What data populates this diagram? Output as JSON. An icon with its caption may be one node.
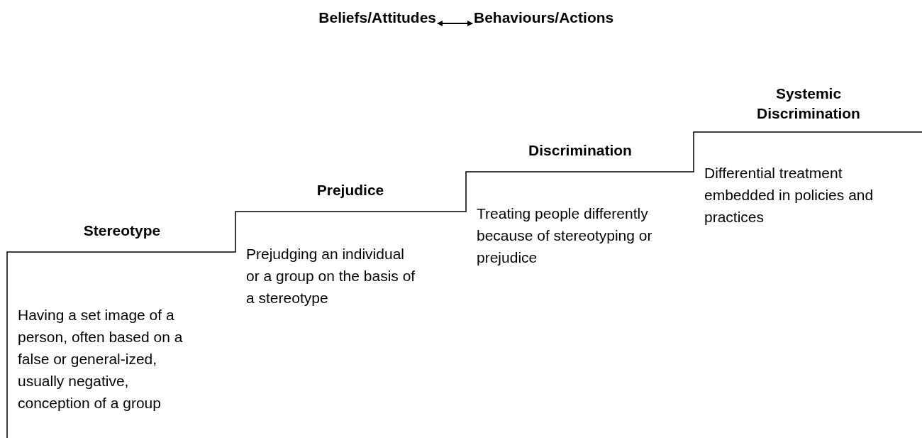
{
  "diagram": {
    "nodes": [
      {
        "text": [
          "Beliefs/Attitudes"
        ]
      },
      {
        "text": [
          "Behaviours/Actions"
        ]
      },
      {
        "text": [
          "Stereotype",
          "Having a set image of a person, often based on a false or general-ized, usually negative, conception of a group"
        ]
      },
      {
        "text": [
          "Prejudice",
          "Prejudging an individual or a group on the basis of a stereotype"
        ]
      },
      {
        "text": [
          "Discrimination",
          "Treating people differently because of stereotyping or prejudice"
        ]
      },
      {
        "text": [
          "Systemic Discrimination",
          "Differential treatment embedded in policies and practices"
        ]
      }
    ],
    "edges": [
      {
        "from": 0,
        "to": 1,
        "arrow": "both"
      }
    ]
  }
}
